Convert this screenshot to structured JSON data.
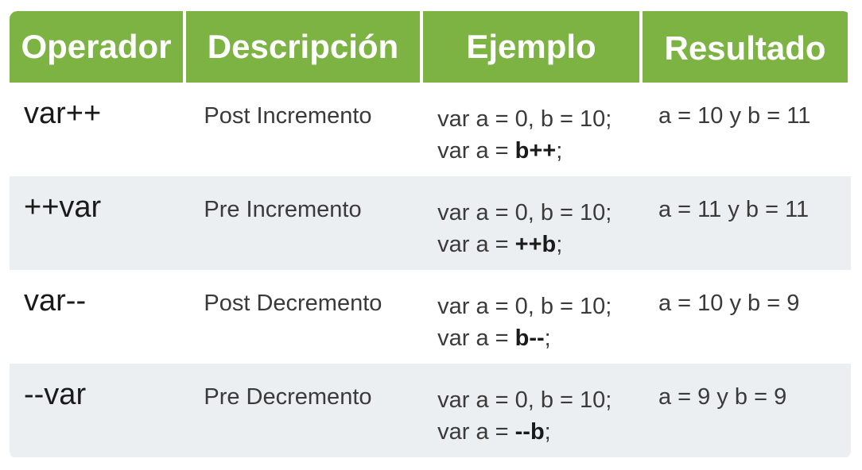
{
  "headers": [
    "Operador",
    "Descripción",
    "Ejemplo",
    "Resultado"
  ],
  "rows": [
    {
      "operator": "var++",
      "description": "Post Incremento",
      "example_line1": "var a = 0, b = 10;",
      "example_line2_prefix": "var a = ",
      "example_line2_bold": "b++",
      "example_line2_suffix": ";",
      "result": "a = 10 y b = 11"
    },
    {
      "operator": "++var",
      "description": "Pre Incremento",
      "example_line1": "var a = 0, b = 10;",
      "example_line2_prefix": "var a = ",
      "example_line2_bold": "++b",
      "example_line2_suffix": ";",
      "result": "a = 11 y b = 11"
    },
    {
      "operator": "var--",
      "description": "Post Decremento",
      "example_line1": "var a = 0, b = 10;",
      "example_line2_prefix": "var a = ",
      "example_line2_bold": "b--",
      "example_line2_suffix": ";",
      "result": "a = 10 y b = 9"
    },
    {
      "operator": "--var",
      "description": "Pre Decremento",
      "example_line1": "var a = 0, b = 10;",
      "example_line2_prefix": "var a = ",
      "example_line2_bold": "--b",
      "example_line2_suffix": ";",
      "result": "a = 9 y b = 9"
    }
  ],
  "colors": {
    "header_bg": "#7cb342",
    "header_text": "#ffffff",
    "alt_row_bg": "#eceff1"
  }
}
